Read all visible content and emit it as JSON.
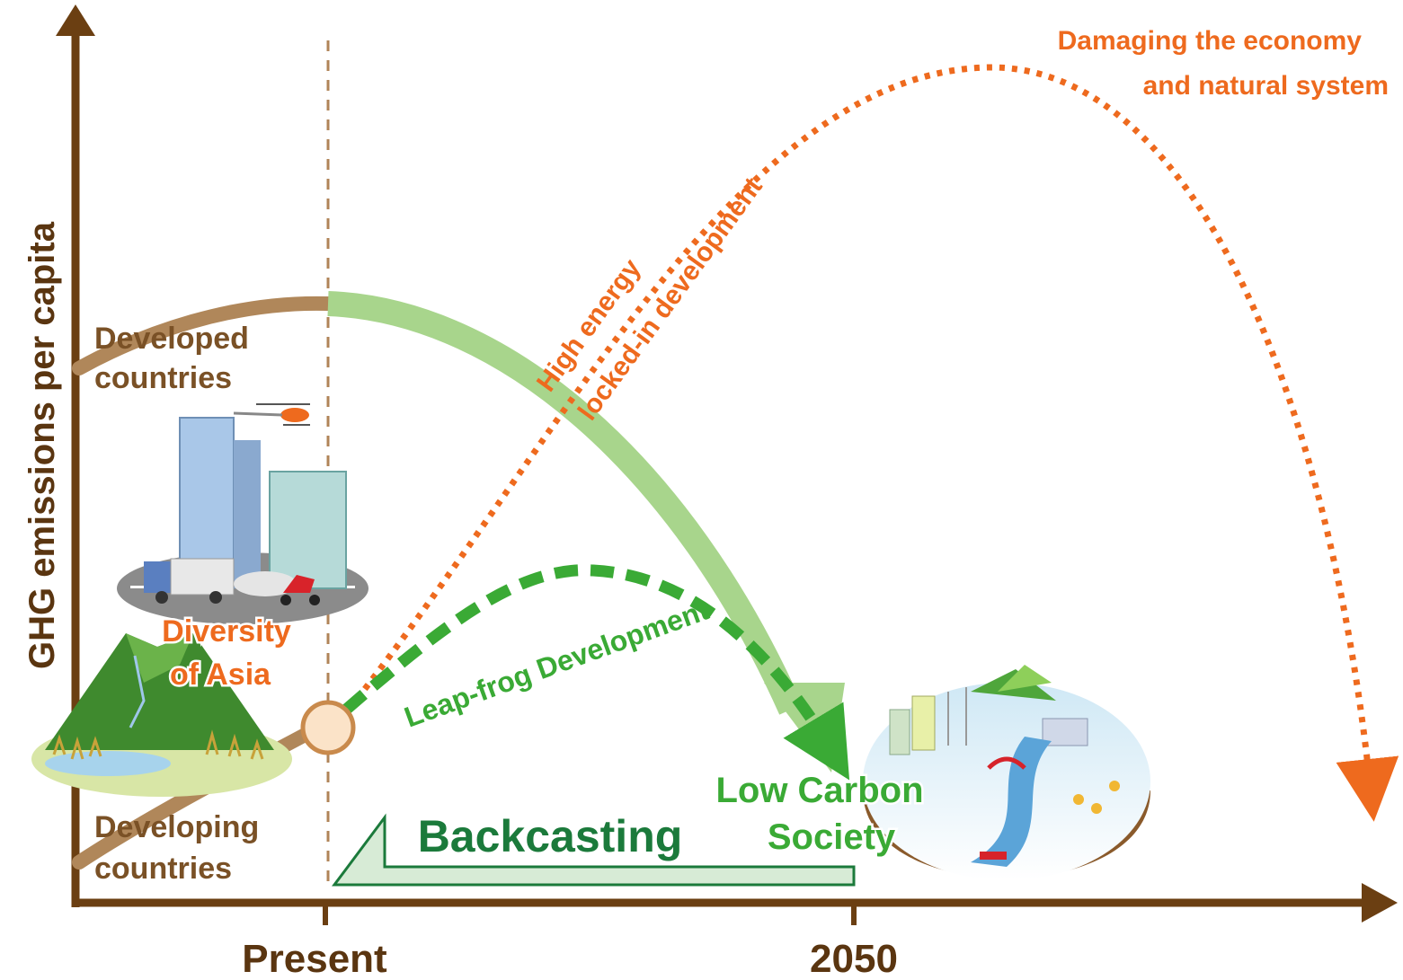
{
  "axes": {
    "y_label": "GHG emissions per capita",
    "x_ticks": [
      "Present",
      "2050"
    ]
  },
  "labels": {
    "developed": [
      "Developed",
      "countries"
    ],
    "developing": [
      "Developing",
      "countries"
    ],
    "diversity": [
      "Diversity",
      "of Asia"
    ],
    "damaging": [
      "Damaging the economy",
      "and natural system"
    ],
    "high_energy": [
      "High energy",
      "locked-in development"
    ],
    "leapfrog": "Leap-frog Development",
    "low_carbon": [
      "Low Carbon",
      "Society"
    ],
    "backcasting": "Backcasting"
  },
  "colors": {
    "axis": "#6b3f12",
    "brown_curve": "#b0875a",
    "brown_text": "#7a5126",
    "orange": "#ee6a1e",
    "light_green": "#a8d58c",
    "green": "#3aaa35",
    "dark_green": "#1b7a3b",
    "circle_fill": "#fbe3c8",
    "circle_stroke": "#c98a4c"
  },
  "icons": [
    "city-traffic-icon",
    "helicopter-icon",
    "mountain-rice-field-icon",
    "low-carbon-city-icon"
  ]
}
